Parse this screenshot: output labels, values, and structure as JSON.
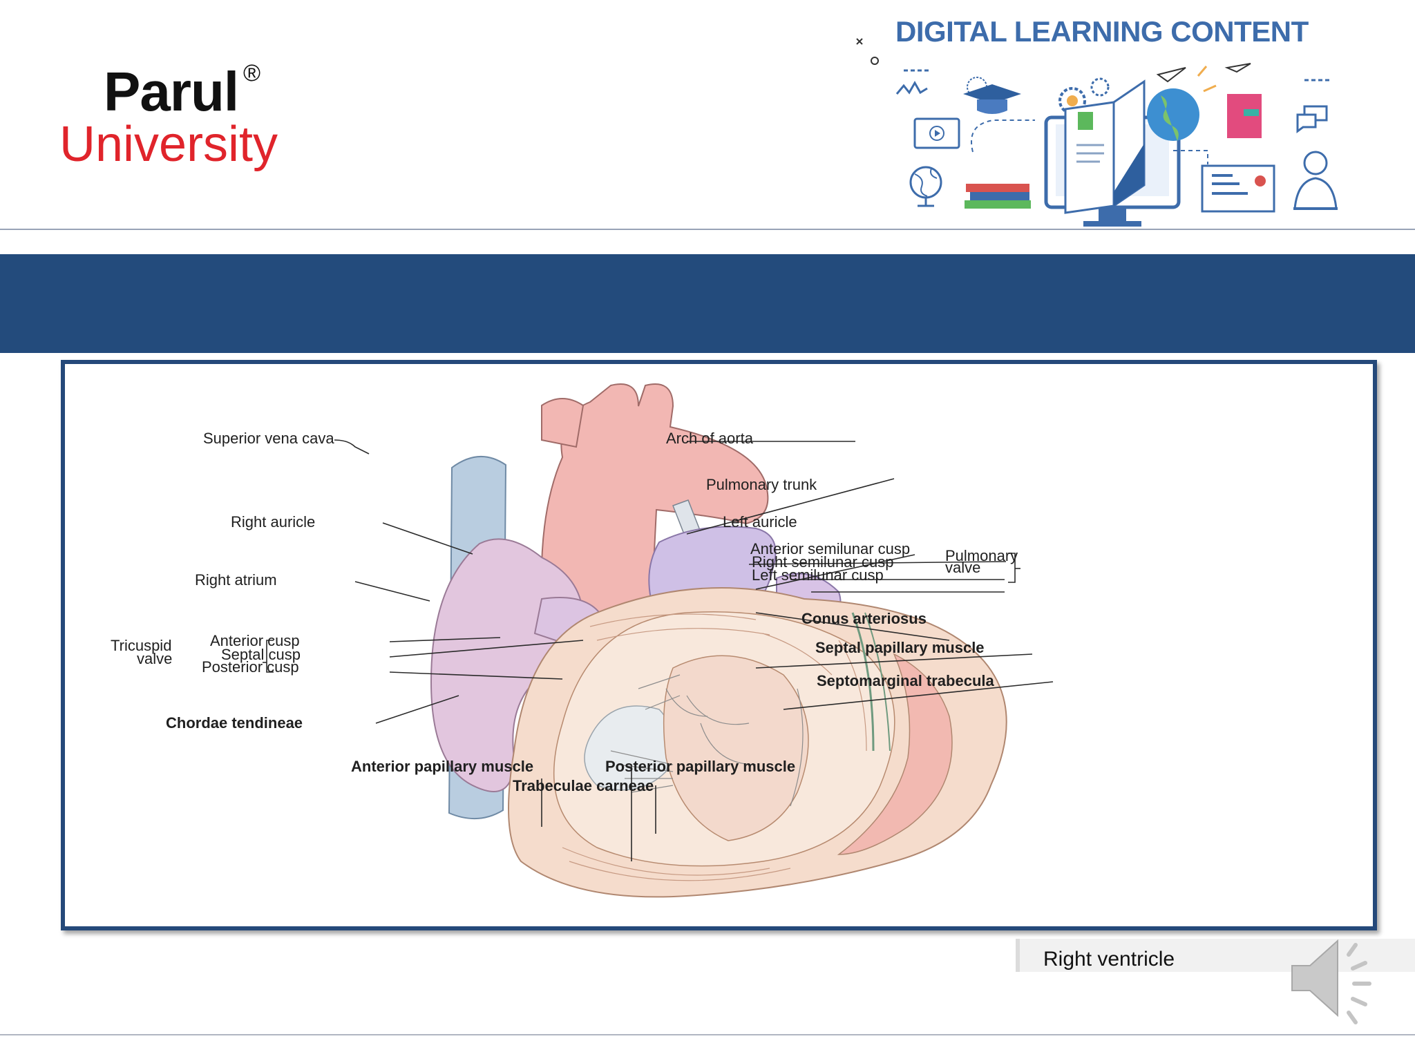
{
  "brand": {
    "name": "Parul",
    "registered_mark": "®",
    "subname": "University"
  },
  "banner": {
    "title": "DIGITAL LEARNING CONTENT"
  },
  "slide": {
    "title": ""
  },
  "figure": {
    "labels_left": {
      "superior_vena_cava": "Superior vena cava",
      "right_auricle": "Right auricle",
      "right_atrium": "Right atrium",
      "tricuspid_valve_line1": "Tricuspid",
      "tricuspid_valve_line2": "valve",
      "anterior_cusp": "Anterior cusp",
      "septal_cusp": "Septal cusp",
      "posterior_cusp": "Posterior cusp",
      "chordae_tendineae": "Chordae tendineae"
    },
    "labels_right": {
      "arch_of_aorta": "Arch of aorta",
      "pulmonary_trunk": "Pulmonary trunk",
      "left_auricle": "Left auricle",
      "anterior_semilunar_cusp": "Anterior semilunar cusp",
      "right_semilunar_cusp": "Right semilunar cusp",
      "left_semilunar_cusp": "Left semilunar cusp",
      "pulmonary_valve_line1": "Pulmonary",
      "pulmonary_valve_line2": "valve",
      "conus_arteriosus": "Conus arteriosus",
      "septal_papillary_muscle": "Septal papillary muscle",
      "septomarginal_trabecula": "Septomarginal trabecula"
    },
    "labels_bottom": {
      "anterior_papillary_muscle": "Anterior papillary muscle",
      "posterior_papillary_muscle": "Posterior papillary muscle",
      "trabeculae_carneae": "Trabeculae carneae"
    }
  },
  "caption": {
    "text": "Right ventricle"
  },
  "icons": {
    "audio": "speaker-icon"
  },
  "colors": {
    "band": "#234b7c",
    "frame": "#25497a",
    "brand_red": "#e0242b",
    "banner_blue": "#3d6cab"
  }
}
